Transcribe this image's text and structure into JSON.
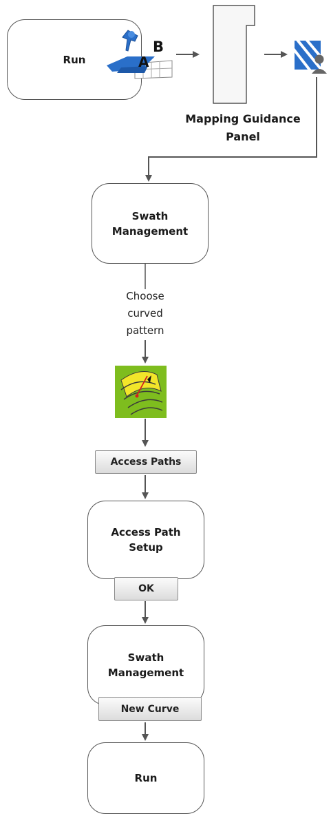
{
  "flow": {
    "run_start": "Run",
    "ab_icon": {
      "label_a": "A",
      "label_b": "B"
    },
    "panel_label": "Mapping Guidance\nPanel",
    "swath_management_1": "Swath\nManagement",
    "choose_label": "Choose\ncurved\npattern",
    "access_paths_button": "Access Paths",
    "access_path_setup": "Access Path\nSetup",
    "ok_button": "OK",
    "swath_management_2": "Swath\nManagement",
    "new_curve_button": "New Curve",
    "run_end": "Run"
  },
  "colors": {
    "line": "#555555",
    "icon_blue": "#2a6fc9",
    "icon_green": "#7ebd1e",
    "icon_yellow": "#f2e62a"
  }
}
